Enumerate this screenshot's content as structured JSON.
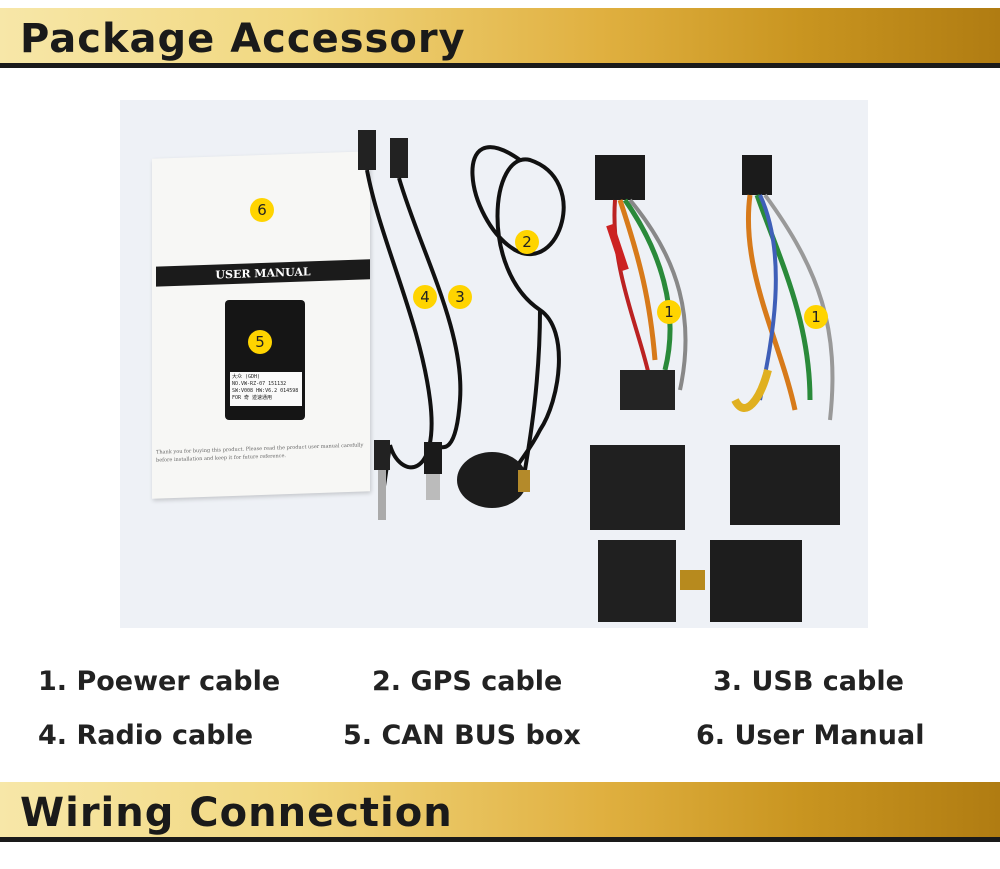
{
  "header": {
    "title": "Package Accessory"
  },
  "footer": {
    "title": "Wiring Connection"
  },
  "photo": {
    "manual": {
      "title": "USER MANUAL",
      "text": "Thank you for buying this product. Please read the product user manual carefully before installation and keep it for future reference."
    },
    "canbox_label": {
      "line1": "大众    (GDH)",
      "line2": "NO.VW-RZ-07     151132",
      "line3": "SW:V008  HW:V6.2  014598",
      "line4": "FOR 奇 迹速通用"
    },
    "badges": [
      "6",
      "5",
      "4",
      "3",
      "2",
      "1",
      "1"
    ]
  },
  "items": [
    {
      "label": "1. Poewer cable"
    },
    {
      "label": "2. GPS cable"
    },
    {
      "label": "3. USB cable"
    },
    {
      "label": "4. Radio cable"
    },
    {
      "label": "5. CAN BUS box"
    },
    {
      "label": "6.  User Manual"
    }
  ],
  "colors": {
    "banner_gold": "#e0b040",
    "badge_yellow": "#ffd400",
    "text_dark": "#222222"
  }
}
